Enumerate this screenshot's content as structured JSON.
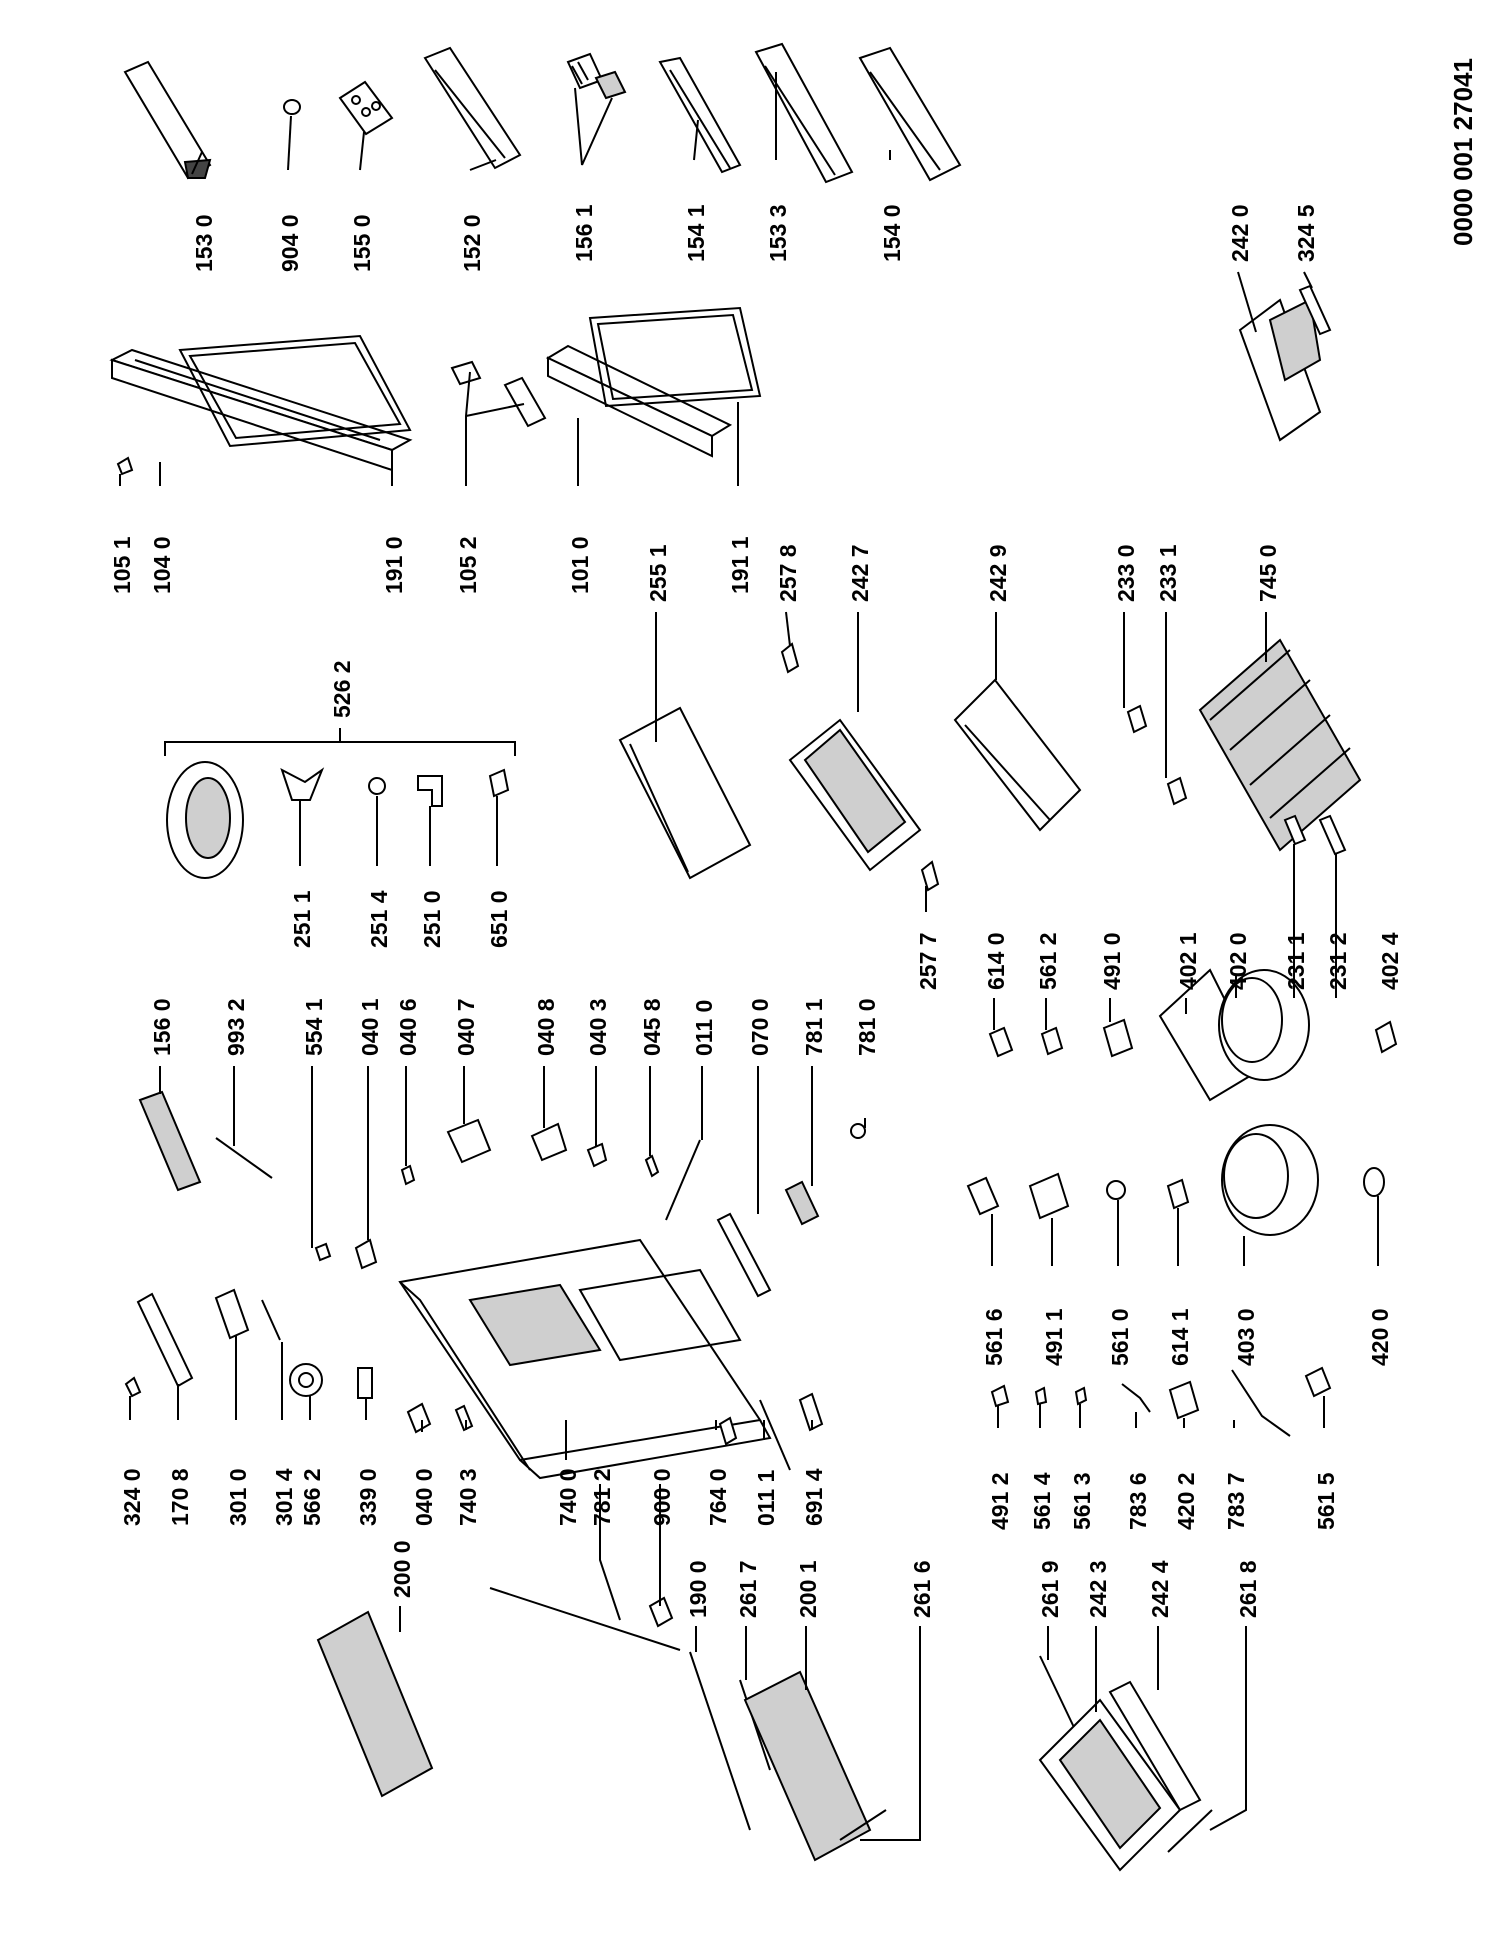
{
  "document_number": "0000 001 27041",
  "group_label": "526 2",
  "parts": [
    "153 0",
    "904 0",
    "155 0",
    "152 0",
    "156 1",
    "154 1",
    "153 3",
    "154 0",
    "105 1",
    "104 0",
    "191 0",
    "105 2",
    "101 0",
    "191 1",
    "242 0",
    "324 5",
    "251 1",
    "251 4",
    "251 0",
    "651 0",
    "255 1",
    "257 8",
    "242 7",
    "242 9",
    "233 0",
    "233 1",
    "745 0",
    "156 0",
    "993 2",
    "554 1",
    "040 1",
    "040 6",
    "040 7",
    "040 8",
    "040 3",
    "045 8",
    "011 0",
    "070 0",
    "781 1",
    "781 0",
    "257 7",
    "614 0",
    "561 2",
    "491 0",
    "402 1",
    "402 0",
    "231 1",
    "231 2",
    "402 4",
    "324 0",
    "170 8",
    "301 0",
    "301 4",
    "566 2",
    "339 0",
    "040 0",
    "740 3",
    "740 0",
    "781 2",
    "900 0",
    "764 0",
    "011 1",
    "691 4",
    "561 6",
    "491 1",
    "561 0",
    "614 1",
    "403 0",
    "420 0",
    "200 0",
    "190 0",
    "261 7",
    "200 1",
    "261 6",
    "491 2",
    "561 4",
    "561 3",
    "783 6",
    "420 2",
    "783 7",
    "561 5",
    "261 9",
    "242 3",
    "242 4",
    "261 8"
  ]
}
